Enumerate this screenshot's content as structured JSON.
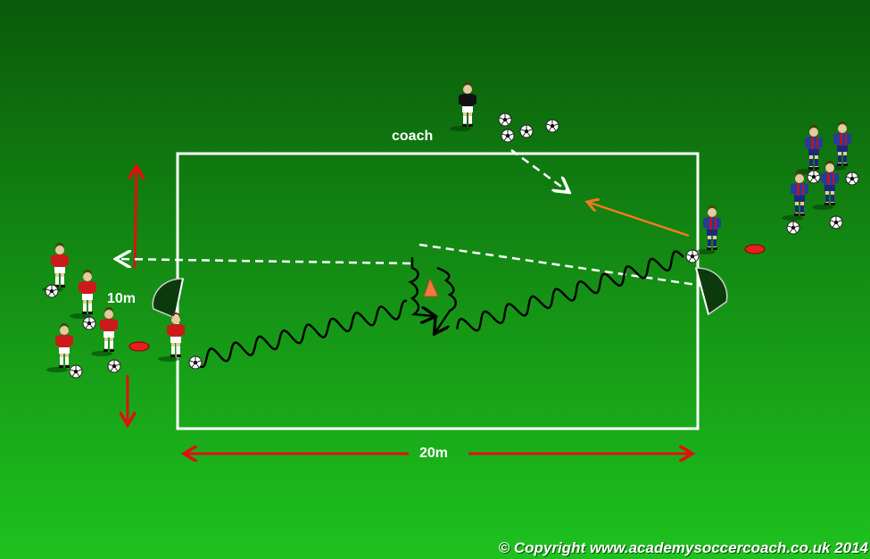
{
  "labels": {
    "coach": "coach",
    "width": "10m",
    "length": "20m",
    "copyright": "© Copyright www.academysoccercoach.co.uk 2014"
  },
  "colors": {
    "pitch_top": "#0a5a0a",
    "pitch_bottom": "#1ec21e",
    "lines": "#ffffff",
    "arrow_red": "#e01010",
    "arrow_orange": "#f07a20",
    "red_kit": "#cc1a1a",
    "blue_kit": "#2a3a9a",
    "coach_kit": "#111111",
    "cone": "#f07a40",
    "marker_disc": "#e81e1e"
  },
  "icons": [
    "soccer-ball-icon",
    "player-icon",
    "cone-icon",
    "goal-net-icon",
    "marker-disc-icon"
  ]
}
